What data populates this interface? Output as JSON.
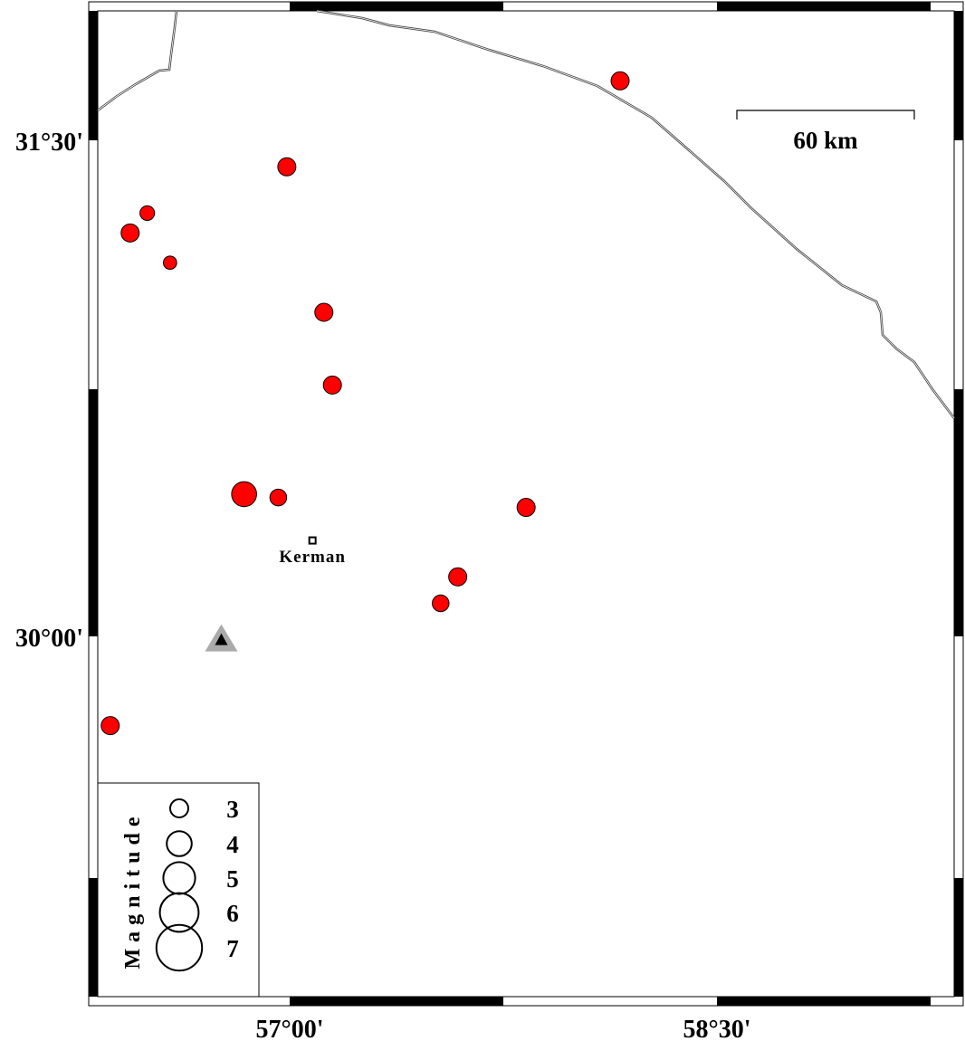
{
  "map": {
    "axis_labels": {
      "lat": [
        {
          "text": "31°30'",
          "value": 31.5
        },
        {
          "text": "30°00'",
          "value": 30.0
        }
      ],
      "lon": [
        {
          "text": "57°00'",
          "value": 57.0
        },
        {
          "text": "58°30'",
          "value": 58.5
        }
      ]
    },
    "scale_bar": {
      "label": "60 km",
      "km": 60
    },
    "city": {
      "name": "Kerman",
      "lon": 57.08,
      "lat": 30.29
    },
    "station": {
      "lon": 56.76,
      "lat": 29.99,
      "fill": "#aaaaaa"
    },
    "event_color": "#ff0000",
    "events": [
      {
        "lon": 58.16,
        "lat": 31.68,
        "mag": 3.0
      },
      {
        "lon": 56.99,
        "lat": 31.42,
        "mag": 3.0
      },
      {
        "lon": 56.5,
        "lat": 31.28,
        "mag": 2.5
      },
      {
        "lon": 56.44,
        "lat": 31.22,
        "mag": 3.0
      },
      {
        "lon": 56.58,
        "lat": 31.13,
        "mag": 2.3
      },
      {
        "lon": 57.12,
        "lat": 30.98,
        "mag": 3.0
      },
      {
        "lon": 57.15,
        "lat": 30.76,
        "mag": 3.0
      },
      {
        "lon": 56.84,
        "lat": 30.43,
        "mag": 4.0
      },
      {
        "lon": 56.96,
        "lat": 30.42,
        "mag": 2.8
      },
      {
        "lon": 57.83,
        "lat": 30.39,
        "mag": 3.0
      },
      {
        "lon": 57.59,
        "lat": 30.18,
        "mag": 3.0
      },
      {
        "lon": 57.53,
        "lat": 30.1,
        "mag": 2.8
      },
      {
        "lon": 56.37,
        "lat": 29.73,
        "mag": 3.0
      }
    ]
  },
  "legend": {
    "title": "Magnitude",
    "entries": [
      {
        "label": "3",
        "mag": 3
      },
      {
        "label": "4",
        "mag": 4
      },
      {
        "label": "5",
        "mag": 5
      },
      {
        "label": "6",
        "mag": 6
      },
      {
        "label": "7",
        "mag": 7
      }
    ]
  }
}
